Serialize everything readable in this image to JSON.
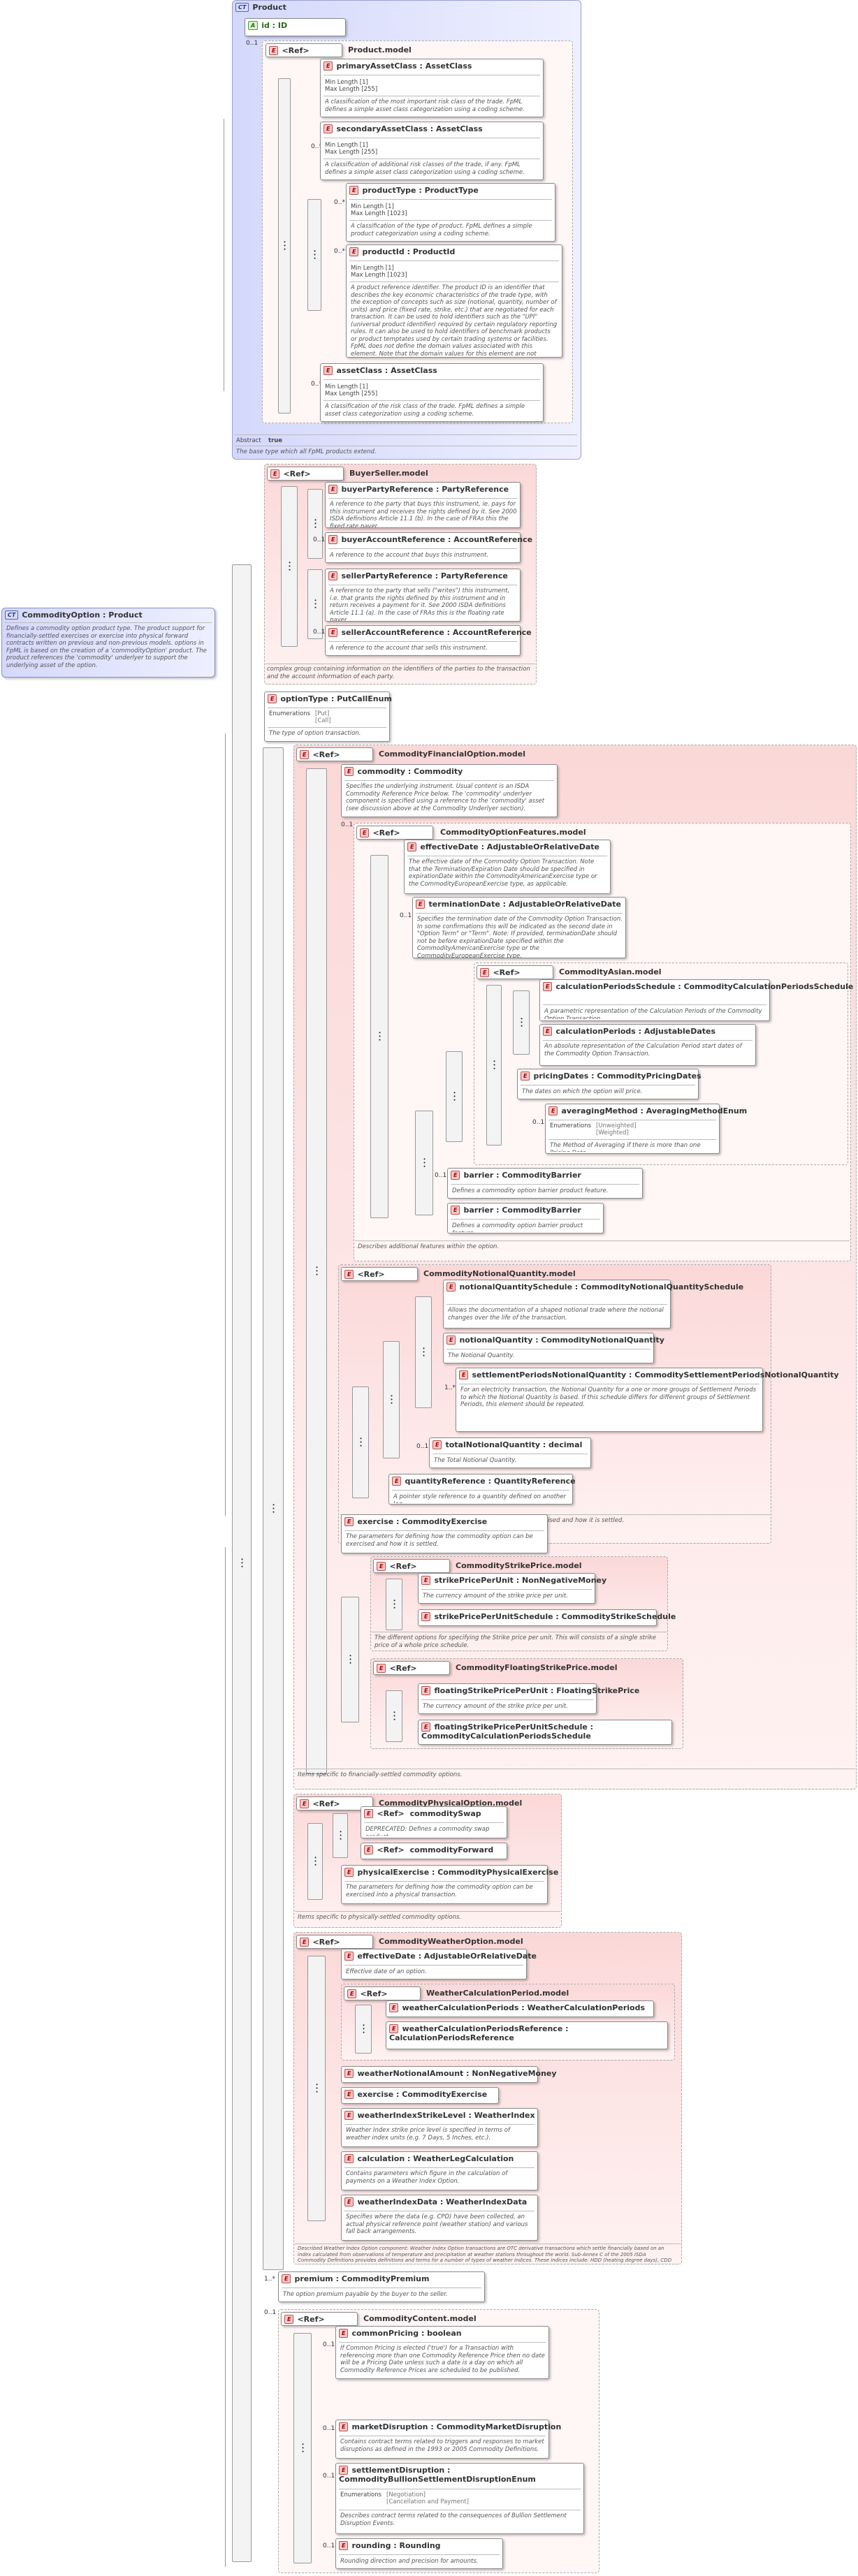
{
  "product": {
    "badge": "CT",
    "name": "Product",
    "attr_badge": "A",
    "attr": "id : ID",
    "mult": "0..1",
    "ref": "<Ref>",
    "group": "Product.model",
    "primary": {
      "name": "primaryAssetClass : AssetClass",
      "minlen": "Min Length [1]",
      "maxlen": "Max Length [255]",
      "doc": "A classification of the most important risk class of the trade. FpML defines a simple asset class categorization using a coding scheme."
    },
    "secondary": {
      "mult": "0..*",
      "name": "secondaryAssetClass : AssetClass",
      "minlen": "Min Length [1]",
      "maxlen": "Max Length [255]",
      "doc": "A classification of additional risk classes of the trade, if any. FpML defines a simple asset class categorization using a coding scheme."
    },
    "ptype": {
      "mult": "0..*",
      "name": "productType : ProductType",
      "minlen": "Min Length [1]",
      "maxlen": "Max Length [1023]",
      "doc": "A classification of the type of product. FpML defines a simple product categorization using a coding scheme."
    },
    "pid": {
      "mult": "0..*",
      "name": "productId : ProductId",
      "minlen": "Min Length [1]",
      "maxlen": "Max Length [1023]",
      "doc": "A product reference identifier. The product ID is an identifier that describes the key economic characteristics of the trade type, with the exception of concepts such as size (notional, quantity, number of units) and price (fixed rate, strike, etc.) that are negotiated for each transaction. It can be used to hold identifiers such as the \"UPI\" (universal product identifier) required by certain regulatory reporting rules. It can also be used to hold identifiers of benchmark products or product temptates used by certain trading systems or facilities. FpML does not define the domain values associated with this element. Note that the domain values for this element are not strictly an enumerated list."
    },
    "asset": {
      "mult": "0..*",
      "name": "assetClass : AssetClass",
      "minlen": "Min Length [1]",
      "maxlen": "Max Length [255]",
      "doc": "A classification of the risk class of the trade. FpML defines a simple asset class categorization using a coding scheme."
    },
    "abstract_label": "Abstract",
    "abstract_value": "true",
    "doc": "The base type which all FpML products extend."
  },
  "root": {
    "badge": "CT",
    "name": "CommodityOption : Product",
    "doc": "Defines a commodity option product type. The product support for financially-settled exercises or exercise into physical forward contracts written on previous and non-previous models. options in FpML is based on the creation of a 'commodityOption' product. The product references the 'commodity' underlyer to support the underlying asset of the option."
  },
  "buyer": {
    "ref": "<Ref>",
    "group": "BuyerSeller.model",
    "bpr": {
      "name": "buyerPartyReference : PartyReference",
      "doc": "A reference to the party that buys this instrument, ie. pays for this instrument and receives the rights defined by it. See 2000 ISDA definitions Article 11.1 (b). In the case of FRAs this the fixed rate payer."
    },
    "bar": {
      "mult": "0..1",
      "name": "buyerAccountReference : AccountReference",
      "doc": "A reference to the account that buys this instrument."
    },
    "spr": {
      "name": "sellerPartyReference : PartyReference",
      "doc": "A reference to the party that sells (\"writes\") this instrument, i.e. that grants the rights defined by this instrument and in return receives a payment for it. See 2000 ISDA definitions Article 11.1 (a). In the case of FRAs this is the floating rate payer."
    },
    "sar": {
      "mult": "0..1",
      "name": "sellerAccountReference : AccountReference",
      "doc": "A reference to the account that sells this instrument."
    },
    "doc": "complex group containing information on the identifiers of the parties to the transaction and the account information of each party."
  },
  "otype": {
    "name": "optionType : PutCallEnum",
    "enum_label": "Enumerations",
    "enum_values": "[Put]\n[Call]",
    "doc": "The type of option transaction."
  },
  "cfo": {
    "ref": "<Ref>",
    "group": "CommodityFinancialOption.model",
    "commodity": {
      "name": "commodity : Commodity",
      "doc": "Specifies the underlying instrument. Usual content is an ISDA Commodity Reference Price below. The 'commodity' underlyer component is specified using a reference to the 'commodity' asset (see discussion above at the Commodity Underlyer section)."
    },
    "feat": {
      "mult": "0..1",
      "ref": "<Ref>",
      "group": "CommodityOptionFeatures.model",
      "eff": {
        "name": "effectiveDate : AdjustableOrRelativeDate",
        "doc": "The effective date of the Commodity Option Transaction. Note that the Termination/Expiration Date should be specified in expirationDate within the CommodityAmericanExercise type or the CommodityEuropeanExercise type, as applicable."
      },
      "term": {
        "mult": "0..1",
        "name": "terminationDate : AdjustableOrRelativeDate",
        "doc": "Specifies the termination date of the Commodity Option Transaction. In some confirmations this will be indicated as the second date in \"Option Term\" or \"Term\". Note: If provided, terminationDate should not be before expirationDate specified within the CommodityAmericanExercise type or the CommodityEuropeanExercise type."
      },
      "asian": {
        "ref": "<Ref>",
        "group": "CommodityAsian.model",
        "cps": {
          "name": "calculationPeriodsSchedule : CommodityCalculationPeriodsSchedule",
          "doc": "A parametric representation of the Calculation Periods of the Commodity Option Transaction."
        },
        "cp": {
          "name": "calculationPeriods : AdjustableDates",
          "doc": "An absolute representation of the Calculation Period start dates of the Commodity Option Transaction."
        },
        "pd": {
          "name": "pricingDates : CommodityPricingDates",
          "doc": "The dates on which the option will price."
        },
        "avg": {
          "mult": "0..1",
          "name": "averagingMethod : AveragingMethodEnum",
          "enum_label": "Enumerations",
          "enum_values": "[Unweighted]\n[Weighted]",
          "doc": "The Method of Averaging if there is more than one Pricing Date."
        }
      },
      "barrier1": {
        "mult": "0..1",
        "name": "barrier : CommodityBarrier",
        "doc": "Defines a commodity option barrier product feature."
      },
      "barrier2": {
        "name": "barrier : CommodityBarrier",
        "doc": "Defines a commodity option barrier product feature."
      },
      "doc": "Describes additional features within the option."
    },
    "nq": {
      "ref": "<Ref>",
      "group": "CommodityNotionalQuantity.model",
      "nqs": {
        "name": "notionalQuantitySchedule : CommodityNotionalQuantitySchedule",
        "doc": "Allows the documentation of a shaped notional trade where the notional changes over the life of the transaction."
      },
      "nquant": {
        "name": "notionalQuantity : CommodityNotionalQuantity",
        "doc": "The Notional Quantity."
      },
      "spnq": {
        "mult": "1..*",
        "name": "settlementPeriodsNotionalQuantity : CommoditySettlementPeriodsNotionalQuantity",
        "doc": "For an electricity transaction, the Notional Quantity for a one or more groups of Settlement Periods to which the Notional Quantity is based. If this schedule differs for different groups of Settlement Periods, this element should be repeated."
      },
      "tnq": {
        "mult": "0..1",
        "name": "totalNotionalQuantity : decimal",
        "doc": "The Total Notional Quantity."
      },
      "qref": {
        "name": "quantityReference : QuantityReference",
        "doc": "A pointer style reference to a quantity defined on another leg."
      },
      "doc": "The parameters for defining how the commodity option can be exercised and how it is settled."
    },
    "exercise": {
      "name": "exercise : CommodityExercise",
      "doc": "The parameters for defining how the commodity option can be exercised and how it is settled."
    },
    "strike": {
      "ref": "<Ref>",
      "group": "CommodityStrikePrice.model",
      "sppu": {
        "name": "strikePricePerUnit : NonNegativeMoney",
        "doc": "The currency amount of the strike price per unit."
      },
      "sppus": {
        "name": "strikePricePerUnitSchedule : CommodityStrikeSchedule"
      },
      "doc": "The different options for specifying the Strike price per unit. This will consists of a single strike price of a whole price schedule."
    },
    "float": {
      "ref": "<Ref>",
      "group": "CommodityFloatingStrikePrice.model",
      "fsppu": {
        "name": "floatingStrikePricePerUnit : FloatingStrikePrice",
        "doc": "The currency amount of the strike price per unit."
      },
      "fsppus": {
        "name": "floatingStrikePricePerUnitSchedule : CommodityCalculationPeriodsSchedule"
      }
    },
    "doc": "Items specific to financially-settled commodity options."
  },
  "phys": {
    "ref": "<Ref>",
    "group": "CommodityPhysicalOption.model",
    "swap": {
      "ref": "<Ref>",
      "name": "commoditySwap",
      "doc": "DEPRECATED: Defines a commodity swap product"
    },
    "fwd": {
      "ref": "<Ref>",
      "name": "commodityForward"
    },
    "pex": {
      "name": "physicalExercise : CommodityPhysicalExercise",
      "doc": "The parameters for defining how the commodity option can be exercised into a physical transaction."
    },
    "doc": "Items specific to physically-settled commodity options."
  },
  "weather": {
    "ref": "<Ref>",
    "group": "CommodityWeatherOption.model",
    "eff": {
      "name": "effectiveDate : AdjustableOrRelativeDate",
      "doc": "Effective date of an option."
    },
    "wcp": {
      "ref": "<Ref>",
      "group": "WeatherCalculationPeriod.model",
      "wcps": {
        "name": "weatherCalculationPeriods : WeatherCalculationPeriods"
      },
      "wcpr": {
        "name": "weatherCalculationPeriodsReference : CalculationPeriodsReference"
      }
    },
    "wna": {
      "name": "weatherNotionalAmount : NonNegativeMoney"
    },
    "ex": {
      "name": "exercise : CommodityExercise"
    },
    "wisl": {
      "name": "weatherIndexStrikeLevel : WeatherIndex",
      "doc": "Weather Index strike price level is specified in terms of weather index units (e.g. 7 Days, 5 Inches, etc.)."
    },
    "calc": {
      "name": "calculation : WeatherLegCalculation",
      "doc": "Contains parameters which figure in the calculation of payments on a Weather Index Option."
    },
    "wid": {
      "name": "weatherIndexData : WeatherIndexData",
      "doc": "Specifies where the data (e.g. CPD) have been collected, an actual physical reference point (weather station) and various fall back arrangements."
    },
    "doc": "Described Weather Index Option component: Weather Index Option transactions are OTC derivative transactions which settle financially based on an index calculated from observations of temperature and precipitation at weather stations throughout the world. Sub-Annex C of the 2005 ISDA Commodity Definitions provides definitions and terms for a number of types of weather indices. These indices include: HDD (heating degree days), CDD (cooling degree days), CPD (critical precipitation days). Weather Index Option Transactions results in a cash flow to the buyer depending on the relationship between the Settlement Level to the Weather Index Strike Level."
  },
  "premium": {
    "mult": "1..*",
    "name": "premium : CommodityPremium",
    "doc": "The option premium payable by the buyer to the seller."
  },
  "content": {
    "mult": "0..1",
    "ref": "<Ref>",
    "group": "CommodityContent.model",
    "cp": {
      "mult": "0..1",
      "name": "commonPricing : boolean",
      "doc": "If Common Pricing is elected ('true') for a Transaction with referencing more than one Commodity Reference Price then no date will be a Pricing Date unless such a date is a day on which all Commodity Reference Prices are scheduled to be published."
    },
    "md": {
      "mult": "0..1",
      "name": "marketDisruption : CommodityMarketDisruption",
      "doc": "Contains contract terms related to triggers and responses to market disruptions as defined in the 1993 or 2005 Commodity Definitions."
    },
    "sd": {
      "mult": "0..1",
      "name": "settlementDisruption : CommodityBullionSettlementDisruptionEnum",
      "enum_label": "Enumerations",
      "enum_values": "[Negotiation]\n[Cancellation and Payment]",
      "doc": "Describes contract terms related to the consequences of Bullion Settlement Disruption Events."
    },
    "rnd": {
      "mult": "0..1",
      "name": "rounding : Rounding",
      "doc": "Rounding direction and precision for amounts."
    }
  }
}
